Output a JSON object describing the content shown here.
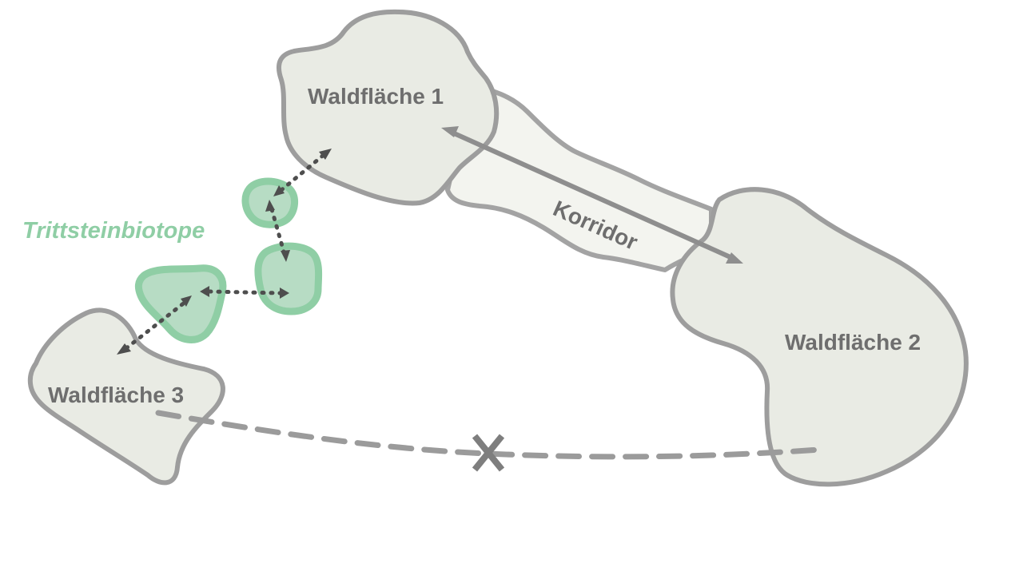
{
  "labels": {
    "forest_1": "Waldfläche 1",
    "forest_2": "Waldfläche 2",
    "forest_3": "Waldfläche 3",
    "corridor": "Korridor",
    "stepping_stones": "Trittsteinbiotope",
    "blocked_mark": "X"
  },
  "colors": {
    "patch_fill": "#e9ebe4",
    "patch_stroke": "#9d9d9d",
    "corridor_fill": "#f3f4ef",
    "stepping_fill": "#b7dcc4",
    "stepping_stroke": "#8fcea5",
    "text": "#6e6e6e",
    "dotted_arrow": "#4e4e4e"
  }
}
